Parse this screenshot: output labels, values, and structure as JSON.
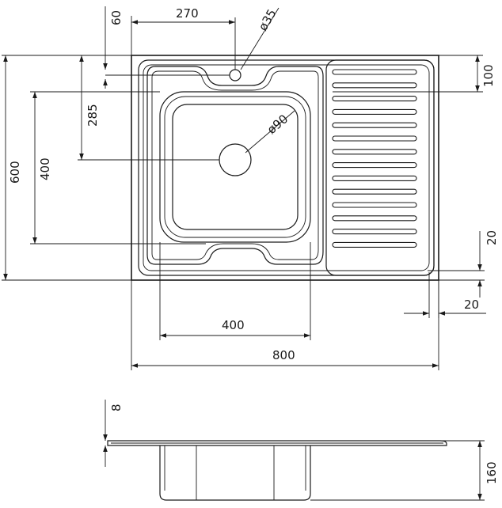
{
  "dimensions": {
    "top_60": "60",
    "top_270": "270",
    "top_d35": "ø35",
    "left_285": "285",
    "left_600": "600",
    "left_400": "400",
    "right_100": "100",
    "right_20_vert": "20",
    "right_20_horiz": "20",
    "bowl_d90": "ø90",
    "bottom_400": "400",
    "bottom_800": "800",
    "side_8": "8",
    "side_160": "160"
  },
  "drainboard": {
    "slot_count": 14
  },
  "colors": {
    "line": "#1a1a1a",
    "background": "#ffffff"
  }
}
